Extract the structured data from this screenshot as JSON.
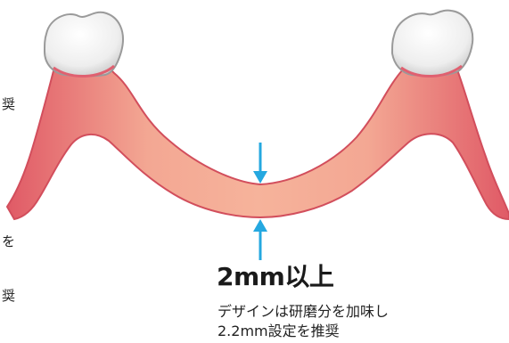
{
  "caption": {
    "title": "2mm以上",
    "line1": "デザインは研磨分を加味し",
    "line2": "2.2mm設定を推奨"
  },
  "edge_text": {
    "line1": "奨",
    "line2": "を",
    "line3": "奨"
  },
  "colors": {
    "arch_fill": "#f0a290",
    "arch_dark": "#e0606a",
    "tooth": "#f4f4f4",
    "arrow": "#25a8e0"
  },
  "icons": {
    "arrow_down": "arrow-down-icon",
    "arrow_up": "arrow-up-icon"
  }
}
